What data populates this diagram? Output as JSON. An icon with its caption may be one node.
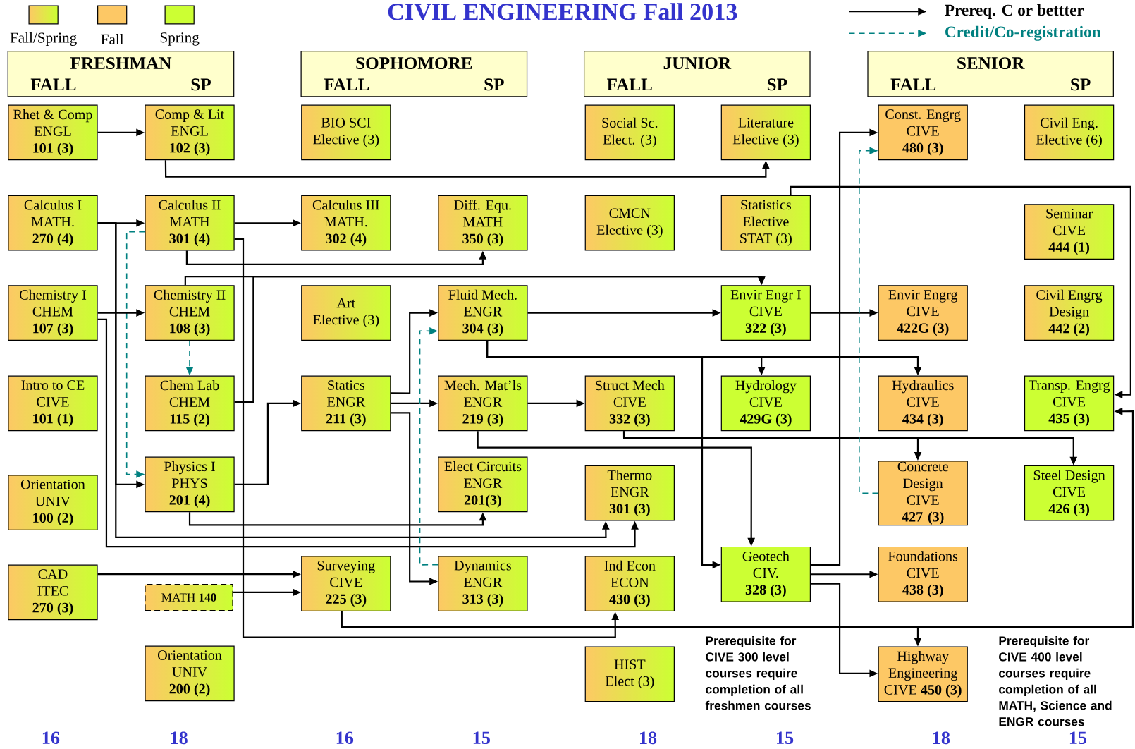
{
  "diagram": {
    "title": "CIVIL ENGINEERING  Fall 2013",
    "nodes": [
      {
        "text": [
          "FRESHMAN",
          "FALL",
          "SP"
        ]
      },
      {
        "text": [
          "SOPHOMORE",
          "FALL",
          "SP"
        ]
      },
      {
        "text": [
          "JUNIOR",
          "FALL",
          "SP"
        ]
      },
      {
        "text": [
          "SENIOR",
          "FALL",
          "SP"
        ]
      },
      {
        "text": [
          "Rhet & Comp",
          "ENGL",
          "101 (3)"
        ]
      },
      {
        "text": [
          "Comp & Lit",
          "ENGL",
          "102 (3)"
        ]
      },
      {
        "text": [
          "BIO SCI",
          "Elective (3)"
        ]
      },
      {
        "text": [
          "Social Sc.",
          "Elect. (3)"
        ]
      },
      {
        "text": [
          "Literature",
          "Elective (3)"
        ]
      },
      {
        "text": [
          "Const. Engrg",
          "CIVE",
          "480 (3)"
        ]
      },
      {
        "text": [
          "Civil Eng.",
          "Elective (6)"
        ]
      },
      {
        "text": [
          "Calculus I",
          "MATH.",
          "270 (4)"
        ]
      },
      {
        "text": [
          "Calculus II",
          "MATH",
          "301 (4)"
        ]
      },
      {
        "text": [
          "Calculus III",
          "MATH.",
          "302 (4)"
        ]
      },
      {
        "text": [
          "Diff. Equ.",
          "MATH",
          "350 (3)"
        ]
      },
      {
        "text": [
          "CMCN",
          "Elective (3)"
        ]
      },
      {
        "text": [
          "Statistics",
          "Elective",
          "STAT (3)"
        ]
      },
      {
        "text": [
          "Seminar",
          "CIVE",
          "444 (1)"
        ]
      },
      {
        "text": [
          "Chemistry I",
          "CHEM",
          "107 (3)"
        ]
      },
      {
        "text": [
          "Chemistry II",
          "CHEM",
          "108 (3)"
        ]
      },
      {
        "text": [
          "Art",
          "Elective (3)"
        ]
      },
      {
        "text": [
          "Fluid Mech.",
          "ENGR",
          "304 (3)"
        ]
      },
      {
        "text": [
          "Envir Engr I",
          "CIVE",
          "322 (3)"
        ]
      },
      {
        "text": [
          "Envir Engrg",
          "CIVE",
          "422G (3)"
        ]
      },
      {
        "text": [
          "Civil Engrg",
          "Design",
          "442 (2)"
        ]
      },
      {
        "text": [
          "Intro to CE",
          "CIVE",
          "101 (1)"
        ]
      },
      {
        "text": [
          "Chem Lab",
          "CHEM",
          "115 (2)"
        ]
      },
      {
        "text": [
          "Statics",
          "ENGR",
          "211 (3)"
        ]
      },
      {
        "text": [
          "Mech. Mat’ls",
          "ENGR",
          "219 (3)"
        ]
      },
      {
        "text": [
          "Struct Mech",
          "CIVE",
          "332 (3)"
        ]
      },
      {
        "text": [
          "Hydrology",
          "CIVE",
          "429G (3)"
        ]
      },
      {
        "text": [
          "Hydraulics",
          "CIVE",
          "434 (3)"
        ]
      },
      {
        "text": [
          "Transp. Engrg",
          "CIVE",
          "435 (3)"
        ]
      },
      {
        "text": [
          "Orientation",
          "UNIV",
          "100 (2)"
        ]
      },
      {
        "text": [
          "Physics I",
          "PHYS",
          "201 (4)"
        ]
      },
      {
        "text": [
          "Elect Circuits",
          "ENGR",
          "201(3)"
        ]
      },
      {
        "text": [
          "Thermo",
          "ENGR",
          "301 (3)"
        ]
      },
      {
        "text": [
          "Concrete Design",
          "CIVE",
          "427 (3)"
        ]
      },
      {
        "text": [
          "Steel Design",
          "CIVE",
          "426 (3)"
        ]
      },
      {
        "text": [
          "CAD",
          "ITEC",
          "270 (3)"
        ]
      },
      {
        "text": [
          "MATH **140**"
        ]
      },
      {
        "text": [
          "Surveying",
          "CIVE",
          "225 (3)"
        ]
      },
      {
        "text": [
          "Dynamics",
          "ENGR",
          "313 (3)"
        ]
      },
      {
        "text": [
          "Ind Econ",
          "ECON",
          "430 (3)"
        ]
      },
      {
        "text": [
          "Geotech",
          "CIV.",
          "328 (3)"
        ]
      },
      {
        "text": [
          "Foundations",
          "CIVE",
          "438 (3)"
        ]
      },
      {
        "text": [
          "Orientation",
          "UNIV",
          "200 (2)"
        ]
      },
      {
        "text": [
          "HIST",
          "Elect (3)"
        ]
      },
      {
        "text": [
          "Highway",
          "Engineering",
          "CIVE **450 (3)**"
        ]
      }
    ],
    "edges": [
      {
        "from": 4,
        "to": 5,
        "arrow": "to"
      },
      {
        "from": 5,
        "to": 8,
        "arrow": "to"
      },
      {
        "from": 11,
        "to": 12,
        "arrow": "to"
      },
      {
        "from": 11,
        "to": 34,
        "arrow": "to"
      },
      {
        "from": 11,
        "to": 36,
        "arrow": "to"
      },
      {
        "from": 12,
        "to": 13,
        "arrow": "to"
      },
      {
        "from": 12,
        "to": 14,
        "arrow": "to"
      },
      {
        "from": 12,
        "to": 34,
        "arrow": "to",
        "style": "dashed",
        "color": "#008080"
      },
      {
        "from": 12,
        "to": 43,
        "arrow": "to"
      },
      {
        "from": 18,
        "to": 19,
        "arrow": "to"
      },
      {
        "from": 18,
        "to": 36,
        "arrow": "to"
      },
      {
        "from": 19,
        "to": 22,
        "arrow": "to"
      },
      {
        "from": 19,
        "to": 26,
        "arrow": "to",
        "style": "dashed",
        "color": "#008080"
      },
      {
        "from": 26,
        "to": 22,
        "arrow": "to"
      },
      {
        "from": 27,
        "to": 21,
        "arrow": "to"
      },
      {
        "from": 27,
        "to": 28,
        "arrow": "to"
      },
      {
        "from": 27,
        "to": 42,
        "arrow": "to"
      },
      {
        "from": 42,
        "to": 21,
        "arrow": "to",
        "style": "dashed",
        "color": "#008080"
      },
      {
        "from": 21,
        "to": 22,
        "arrow": "to"
      },
      {
        "from": 21,
        "to": 30,
        "arrow": "to"
      },
      {
        "from": 21,
        "to": 31,
        "arrow": "to"
      },
      {
        "from": 21,
        "to": 44,
        "arrow": "to"
      },
      {
        "from": 28,
        "to": 29,
        "arrow": "to"
      },
      {
        "from": 28,
        "to": 44,
        "arrow": "to"
      },
      {
        "from": 29,
        "to": 37,
        "arrow": "to"
      },
      {
        "from": 29,
        "to": 38,
        "arrow": "to"
      },
      {
        "from": 22,
        "to": 23,
        "arrow": "to"
      },
      {
        "from": 16,
        "to": 32,
        "arrow": "to"
      },
      {
        "from": 44,
        "to": 9,
        "arrow": "to"
      },
      {
        "from": 37,
        "to": 9,
        "arrow": "to",
        "style": "dashed",
        "color": "#008080"
      },
      {
        "from": 44,
        "to": 45,
        "arrow": "to"
      },
      {
        "from": 44,
        "to": 48,
        "arrow": "to"
      },
      {
        "from": 41,
        "to": 32,
        "arrow": "to"
      },
      {
        "from": 41,
        "to": 48,
        "arrow": "to"
      },
      {
        "from": 39,
        "to": 41,
        "arrow": "to"
      },
      {
        "from": 40,
        "to": 41,
        "arrow": "to"
      },
      {
        "from": 34,
        "to": 27,
        "arrow": "to"
      },
      {
        "from": 34,
        "to": 35,
        "arrow": "to"
      }
    ],
    "labels": [
      "Prerequisite for CIVE 300 level courses require completion of all freshmen courses",
      "Prerequisite for CIVE 400 level courses require completion of all MATH, Science and ENGR courses",
      "16",
      "18",
      "16",
      "15",
      "18",
      "15",
      "18",
      "15"
    ],
    "legend": [
      {
        "text": "Fall/Spring"
      },
      {
        "text": "Fall",
        "color": "#fdc865"
      },
      {
        "text": "Spring",
        "color": "#ccff33"
      },
      {
        "text": "Prereq. C or bettter"
      },
      {
        "text": "Credit/Co-registration"
      }
    ]
  }
}
